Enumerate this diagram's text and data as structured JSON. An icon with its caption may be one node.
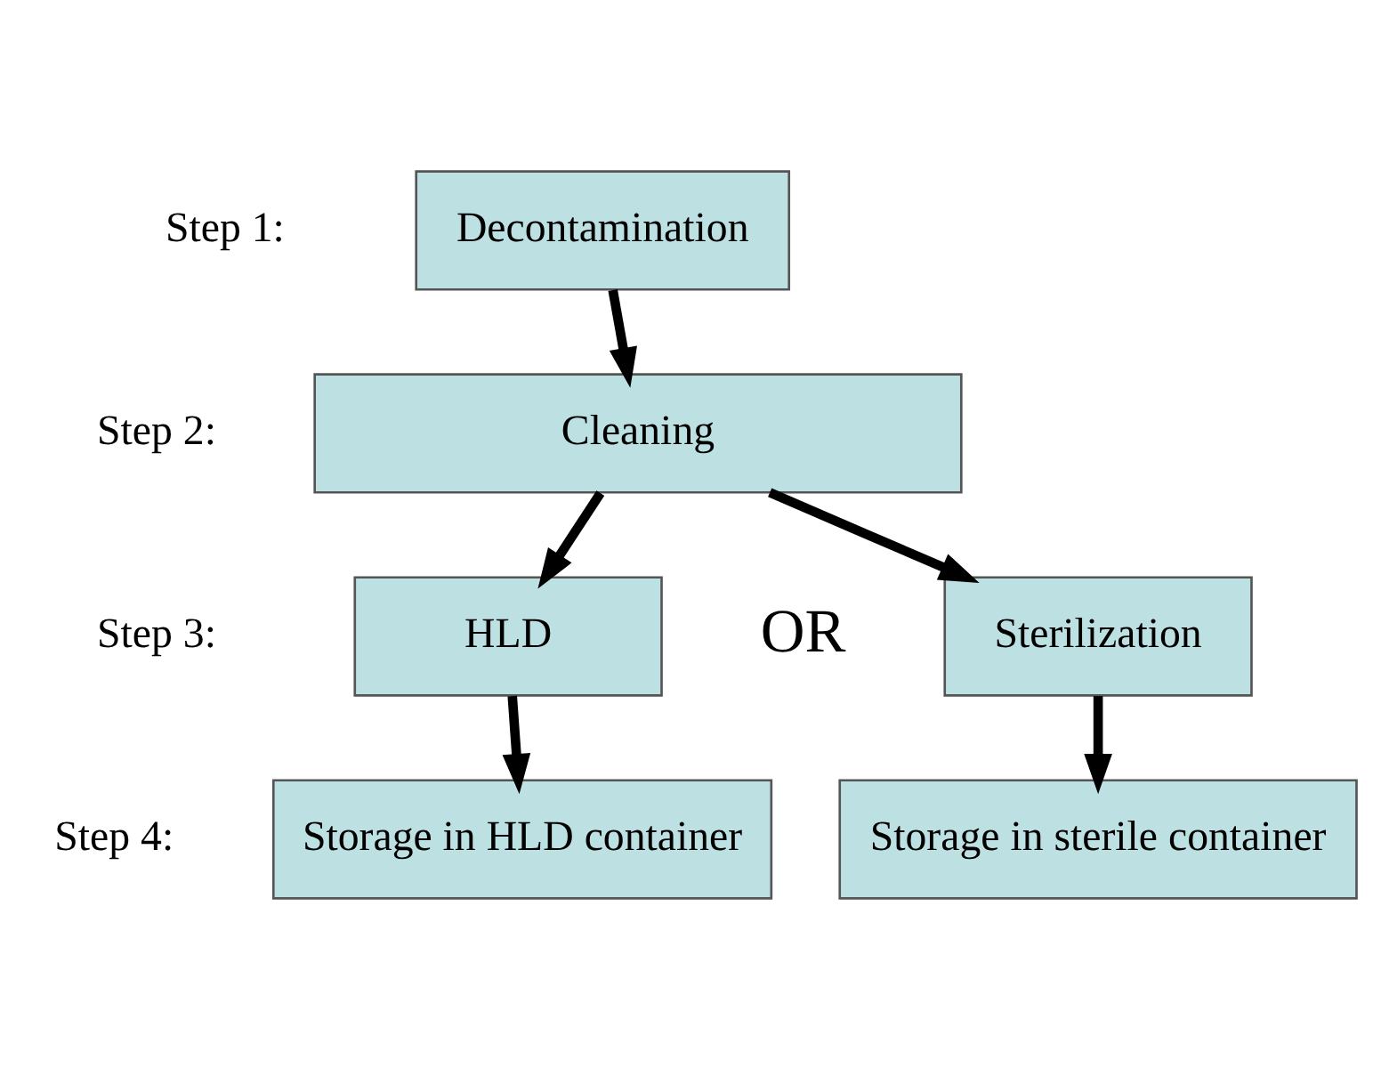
{
  "diagram": {
    "nodes": [
      {
        "text": [
          "Decontamination"
        ]
      },
      {
        "text": [
          "Cleaning"
        ]
      },
      {
        "text": [
          "HLD"
        ]
      },
      {
        "text": [
          "Sterilization"
        ]
      },
      {
        "text": [
          "Storage in HLD container"
        ]
      },
      {
        "text": [
          "Storage in sterile container"
        ]
      }
    ],
    "edges": [
      {
        "from": 0,
        "to": 1,
        "arrow": "to"
      },
      {
        "from": 1,
        "to": 2,
        "arrow": "to"
      },
      {
        "from": 1,
        "to": 3,
        "arrow": "to"
      },
      {
        "from": 2,
        "to": 4,
        "arrow": "to"
      },
      {
        "from": 3,
        "to": 5,
        "arrow": "to"
      }
    ],
    "labels": [
      "Step 1:",
      "Step 2:",
      "Step 3:",
      "OR",
      "Step 4:"
    ]
  }
}
